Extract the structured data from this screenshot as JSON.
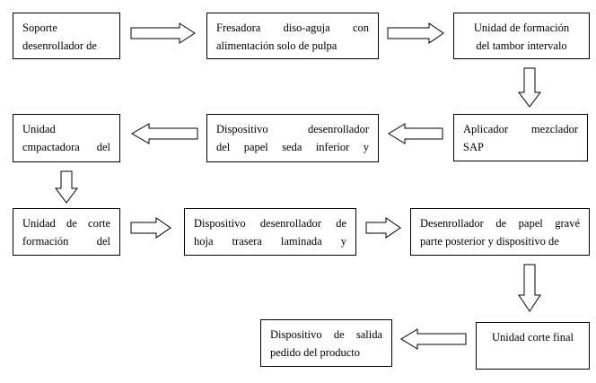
{
  "boxes": {
    "b1": {
      "line1": "Soporte",
      "line2": "desenrollador    de"
    },
    "b2": {
      "line1": "Fresadora  diso-aguja  con",
      "line2": "alimentación solo de pulpa"
    },
    "b3": {
      "line1": "Unidad de formación",
      "line2": "del tambor intervalo"
    },
    "b4": {
      "line1": "Aplicador   mezclador",
      "line2": "SAP"
    },
    "b5": {
      "line1": "Dispositivo     desenrollador",
      "line2": "del  papel  seda  inferior  y"
    },
    "b6": {
      "line1": "Unidad",
      "line2": "cmpactadora    del"
    },
    "b7": {
      "line1": "Unidad  de  corte",
      "line2": "formación      del"
    },
    "b8": {
      "line1": "Dispositivo  desenrollador  de",
      "line2": "hoja    trasera   laminada    y"
    },
    "b9": {
      "line1": "Desenrollador de papel gravé",
      "line2": "parte posterior y dispositivo de"
    },
    "b10": {
      "line1": "Unidad corte final"
    },
    "b11": {
      "line1": "Dispositivo  de  salida",
      "line2": "pedido del producto"
    }
  },
  "colors": {
    "stroke": "#000000",
    "fill": "#ffffff"
  }
}
